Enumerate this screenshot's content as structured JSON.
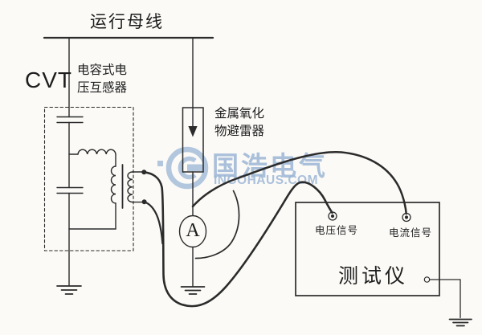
{
  "diagram": {
    "title": "运行母线",
    "cvt": {
      "label": "CVT",
      "desc_line1": "电容式电",
      "desc_line2": "压互感器"
    },
    "arrester": {
      "desc_line1": "金属氧化",
      "desc_line2": "物避雷器"
    },
    "ammeter": {
      "label": "A"
    },
    "tester": {
      "label": "测试仪",
      "voltage_terminal": "电压信号",
      "current_terminal": "电流信号"
    }
  },
  "watermark": {
    "brand": "国浩电气",
    "domain": "INGOHAUS.COM"
  },
  "colors": {
    "line": "#2b2b2b",
    "watermark_blue": "#9db7d6",
    "background": "#fbfaf7"
  }
}
